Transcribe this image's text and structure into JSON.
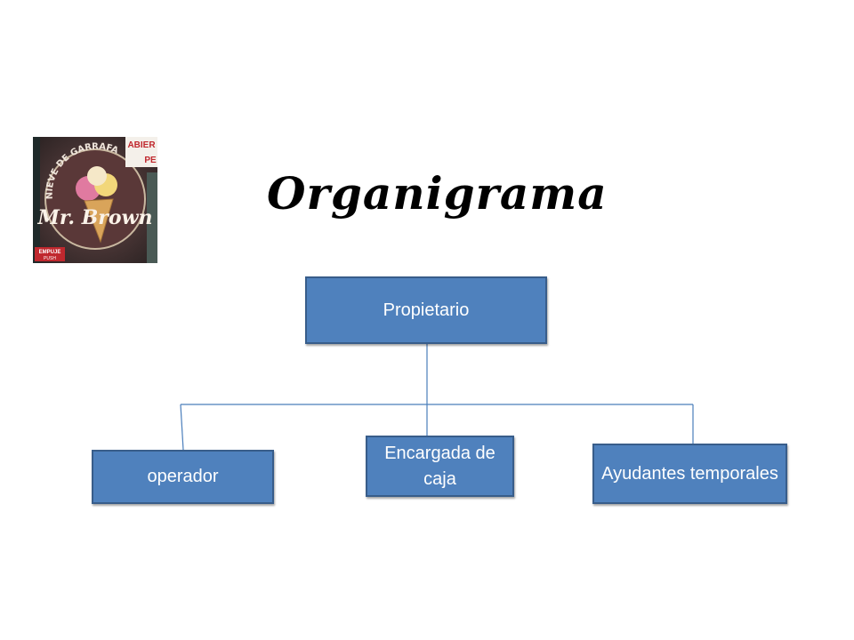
{
  "title": "Organigrama",
  "logo": {
    "sign_text_arc": "NIEVE DE GARRAFA",
    "brand": "Mr. Brown",
    "door_sign_top": "ABIER",
    "door_sign_bottom": "PE",
    "push_label_1": "EMPUJE",
    "push_label_2": "PUSH"
  },
  "org": {
    "root": "Propietario",
    "children": [
      "operador",
      "Encargada de caja",
      "Ayudantes temporales"
    ]
  },
  "colors": {
    "box_fill": "#4f81bd",
    "box_border": "#385d8a",
    "connector": "#4a7ebb",
    "box_text": "#ffffff"
  }
}
